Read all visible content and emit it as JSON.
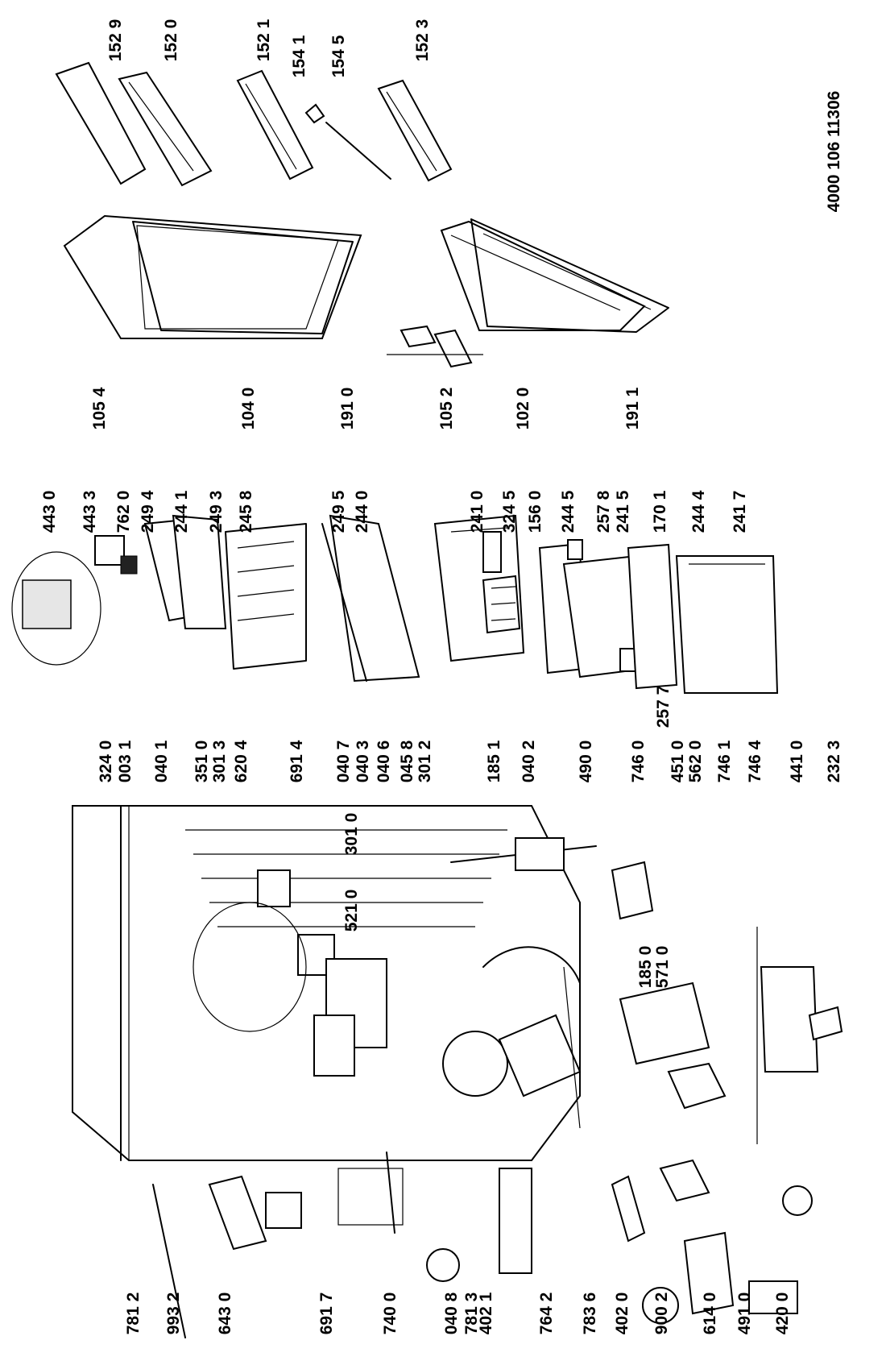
{
  "document_number": "4000 106 11306",
  "groups": {
    "door_shelves": [
      "152 9",
      "152 0",
      "152 1",
      "154 1",
      "154 5",
      "152 3"
    ],
    "doors": [
      "105 4",
      "104 0",
      "191 0",
      "105 2",
      "102 0",
      "191 1"
    ],
    "internal": [
      "443 0",
      "443 3",
      "762 0",
      "249 4",
      "244 1",
      "249 3",
      "245 8",
      "249 5",
      "244 0",
      "241 0",
      "324 5",
      "156 0",
      "244 5",
      "257 8",
      "241 5",
      "170 1",
      "244 4",
      "241 7",
      "257 7"
    ],
    "cabinet_top": [
      "324 0",
      "003 1",
      "040 1",
      "351 0",
      "301 3",
      "620 4",
      "691 4",
      "040 7",
      "040 3",
      "040 6",
      "045 8",
      "301 2",
      "301 0",
      "521 0",
      "185 1",
      "040 2",
      "490 0",
      "746 0",
      "451 0",
      "562 0",
      "746 1",
      "746 4",
      "441 0",
      "232 3"
    ],
    "cabinet_bottom": [
      "781 2",
      "993 2",
      "643 0",
      "691 7",
      "740 0",
      "040 8",
      "781 3",
      "402 1",
      "764 2",
      "783 6",
      "402 0",
      "900 2",
      "614 0",
      "491 0",
      "420 0",
      "185 0",
      "571 0"
    ]
  }
}
